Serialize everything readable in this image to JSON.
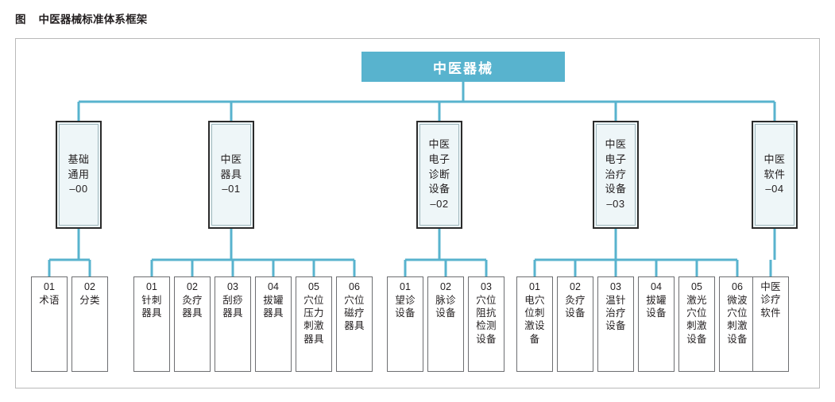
{
  "caption": "图    中医器械标准体系框架",
  "colors": {
    "connector": "#58b3ce",
    "root_fill": "#58b3ce",
    "root_text": "#ffffff",
    "lvl2_fill": "#eef6f8",
    "lvl2_border": "#2b2b2b",
    "leaf_border": "#6d6e71",
    "frame_border": "#b9b9b9",
    "text": "#231f20"
  },
  "root": {
    "label": "中医器械"
  },
  "branches": [
    {
      "id": "basic-general",
      "label": "基础\n通用\n–00",
      "leaves": [
        {
          "num": "01",
          "label": "术语"
        },
        {
          "num": "02",
          "label": "分类"
        }
      ]
    },
    {
      "id": "tcm-instruments",
      "label": "中医\n器具\n–01",
      "leaves": [
        {
          "num": "01",
          "label": "针刺\n器具"
        },
        {
          "num": "02",
          "label": "灸疗\n器具"
        },
        {
          "num": "03",
          "label": "刮痧\n器具"
        },
        {
          "num": "04",
          "label": "拔罐\n器具"
        },
        {
          "num": "05",
          "label": "穴位\n压力\n刺激\n器具"
        },
        {
          "num": "06",
          "label": "穴位\n磁疗\n器具"
        }
      ]
    },
    {
      "id": "tcm-electronic-diagnostic",
      "label": "中医\n电子\n诊断\n设备\n–02",
      "leaves": [
        {
          "num": "01",
          "label": "望诊\n设备"
        },
        {
          "num": "02",
          "label": "脉诊\n设备"
        },
        {
          "num": "03",
          "label": "穴位\n阻抗\n检测\n设备"
        }
      ]
    },
    {
      "id": "tcm-electronic-therapy",
      "label": "中医\n电子\n治疗\n设备\n–03",
      "leaves": [
        {
          "num": "01",
          "label": "电穴\n位刺\n激设\n备"
        },
        {
          "num": "02",
          "label": "灸疗\n设备"
        },
        {
          "num": "03",
          "label": "温针\n治疗\n设备"
        },
        {
          "num": "04",
          "label": "拔罐\n设备"
        },
        {
          "num": "05",
          "label": "激光\n穴位\n刺激\n设备"
        },
        {
          "num": "06",
          "label": "微波\n穴位\n刺激\n设备"
        }
      ]
    },
    {
      "id": "tcm-software",
      "label": "中医\n软件\n–04",
      "leaves": [
        {
          "num": "",
          "label": "中医\n诊疗\n软件"
        }
      ]
    }
  ]
}
